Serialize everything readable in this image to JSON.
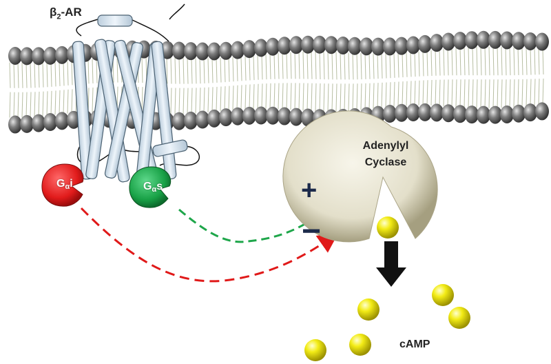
{
  "receptor": {
    "name": "β",
    "subscript": "2",
    "suffix": "-AR"
  },
  "enzyme": {
    "line1": "Adenylyl",
    "line2": "Cyclase"
  },
  "g_inhibitory": {
    "base": "G",
    "subscript": "α",
    "suffix": "i",
    "color": "#e81c1c"
  },
  "g_stimulatory": {
    "base": "G",
    "subscript": "α",
    "suffix": "s",
    "color": "#1aa548"
  },
  "signals": {
    "plus": "+",
    "minus": "−"
  },
  "product": {
    "label": "cAMP",
    "color": "#f2ea1a"
  },
  "colors": {
    "inhibit_arrow": "#e01919",
    "stimulate_arrow": "#1ea64a",
    "membrane_head": "#6e6e6e",
    "helix": "#d8e6f2",
    "enzyme": "#e4e0cc"
  },
  "icons": {
    "down_arrow": "down-arrow-icon"
  }
}
